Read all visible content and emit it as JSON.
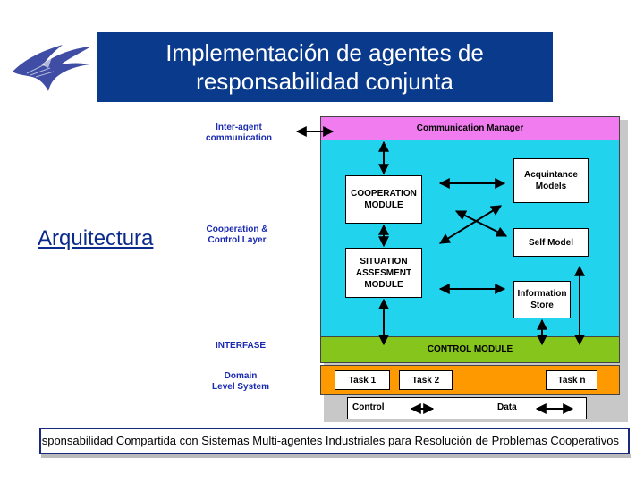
{
  "title": "Implementación de agentes de\nresponsabilidad conjunta",
  "side_label": "Arquitectura",
  "diagram": {
    "labels": {
      "inter_agent": "Inter-agent\ncommunication",
      "coop_layer": "Cooperation &\nControl Layer",
      "interfase": "INTERFASE",
      "domain": "Domain\nLevel System"
    },
    "comm_manager": "Communication Manager",
    "cooperation_module": "COOPERATION\nMODULE",
    "situation_module": "SITUATION\nASSESMENT\nMODULE",
    "acquintance": "Acquintance\nModels",
    "self_model": "Self Model",
    "information_store": "Information\nStore",
    "control_module": "CONTROL MODULE",
    "tasks": [
      "Task 1",
      "Task 2",
      "Task n"
    ],
    "control_label": "Control",
    "data_label": "Data"
  },
  "footer": "Responsabilidad Compartida con Sistemas Multi-agentes Industriales para Resolución de Problemas Cooperativos",
  "colors": {
    "title_bg": "#0a3a8c",
    "comm_manager_bg": "#f07cf0",
    "cooperation_layer_bg": "#22d3ee",
    "control_module_bg": "#86c51c",
    "tasks_bg": "#ff9900",
    "label_blue": "#1a2ab0"
  },
  "icons": [
    "eagle-logo"
  ]
}
